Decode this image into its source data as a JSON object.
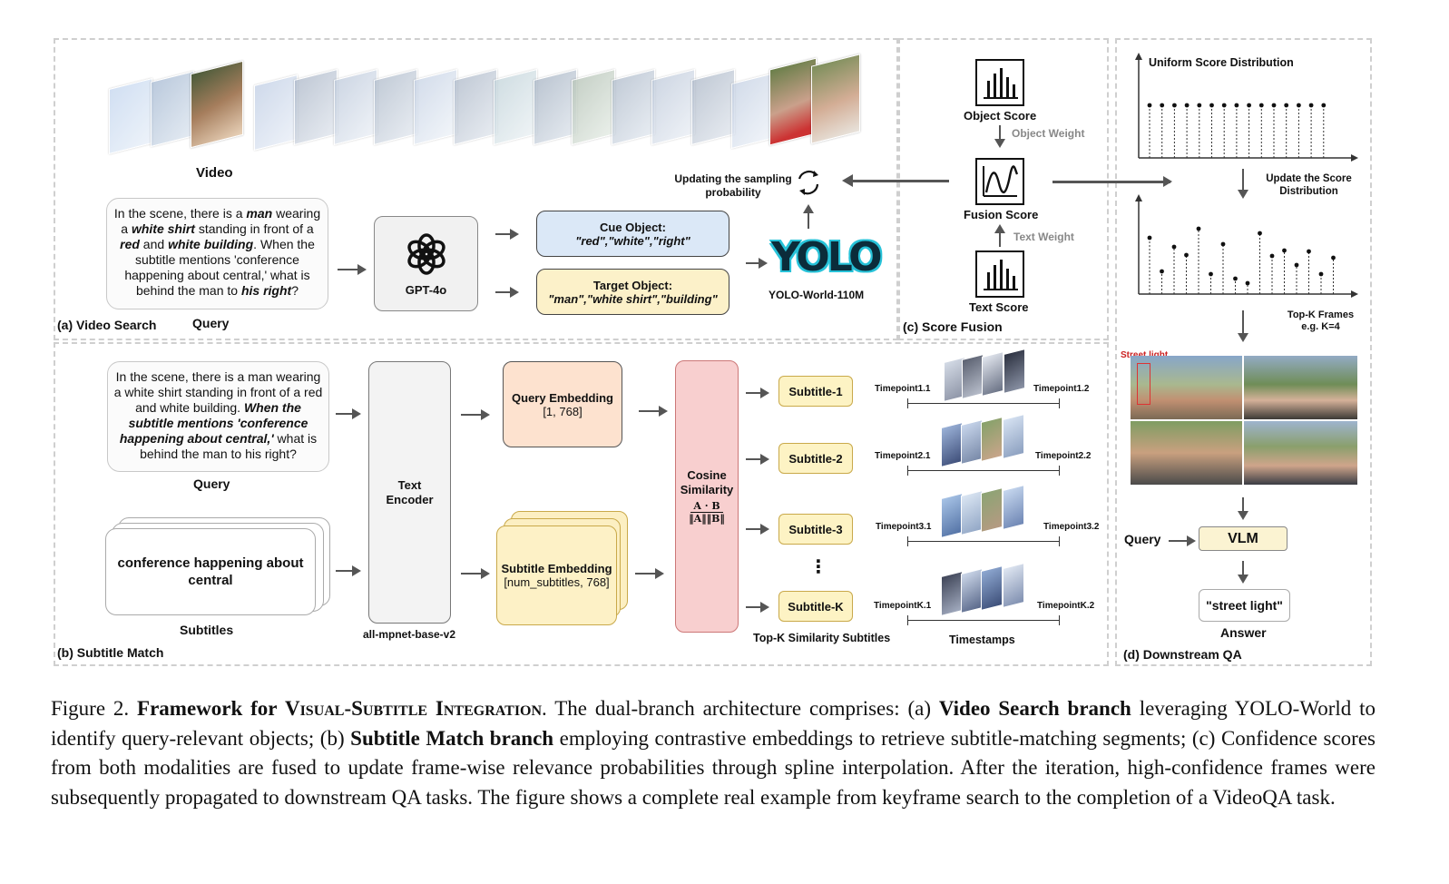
{
  "panels": {
    "a": "(a) Video Search",
    "b": "(b) Subtitle Match",
    "c": "(c) Score Fusion",
    "d": "(d) Downstream QA"
  },
  "video_search": {
    "video_label": "Video",
    "query_label": "Query",
    "query_text_parts": [
      "In the scene, there is a ",
      "man",
      " wearing a ",
      "white shirt",
      " standing in front of a ",
      "red",
      " and ",
      "white building",
      ". When the subtitle mentions 'conference happening about central,' what is behind the man to ",
      "his right",
      "?"
    ],
    "gpt_label": "GPT-4o",
    "cue_title": "Cue Object:",
    "cue_values": "\"red\",\"white\",\"right\"",
    "target_title": "Target Object:",
    "target_values": "\"man\",\"white shirt\",\"building\"",
    "yolo_logo": "YOLO",
    "yolo_label": "YOLO-World-110M",
    "updating_label": "Updating the sampling probability"
  },
  "score_fusion": {
    "object_score": "Object Score",
    "object_weight": "Object Weight",
    "fusion_score": "Fusion Score",
    "text_weight": "Text Weight",
    "text_score": "Text Score"
  },
  "subtitle_match": {
    "query_label": "Query",
    "query_text_parts": [
      "In the scene, there is a man wearing a white shirt standing in front of a red and white building. ",
      "When the subtitle mentions 'conference happening about central,'",
      " what is behind the man to his right?"
    ],
    "subtitle_card": "conference happening about central",
    "subtitles_label": "Subtitles",
    "encoder_label": "Text Encoder",
    "encoder_model": "all-mpnet-base-v2",
    "query_embedding": "Query Embedding",
    "query_embedding_shape": "[1, 768]",
    "subtitle_embedding": "Subtitle Embedding",
    "subtitle_embedding_shape": "[num_subtitles, 768]",
    "cosine_label": "Cosine Similarity",
    "cosine_num": "A · B",
    "cosine_den": "‖A‖‖B‖",
    "subtitles": [
      "Subtitle-1",
      "Subtitle-2",
      "Subtitle-3",
      "Subtitle-K"
    ],
    "ellipsis": "⋮",
    "timepoints": [
      [
        "Timepoint1.1",
        "Timepoint1.2"
      ],
      [
        "Timepoint2.1",
        "Timepoint2.2"
      ],
      [
        "Timepoint3.1",
        "Timepoint3.2"
      ],
      [
        "TimepointK.1",
        "TimepointK.2"
      ]
    ],
    "topk_label": "Top-K Similarity Subtitles",
    "timestamps_label": "Timestamps"
  },
  "downstream": {
    "uniform_title": "Uniform Score Distribution",
    "uniform_values": [
      1,
      1,
      1,
      1,
      1,
      1,
      1,
      1,
      1,
      1,
      1,
      1,
      1,
      1,
      1
    ],
    "update_label": "Update the Score Distribution",
    "updated_values": [
      0.62,
      0.25,
      0.52,
      0.43,
      0.72,
      0.22,
      0.55,
      0.17,
      0.12,
      0.67,
      0.42,
      0.48,
      0.32,
      0.47,
      0.22,
      0.4
    ],
    "topk_label": "Top-K Frames e.g. K=4",
    "street_light_tag": "Street light",
    "query_label": "Query",
    "vlm_label": "VLM",
    "answer_text": "\"street light\"",
    "answer_label": "Answer"
  },
  "caption": {
    "fig": "Figure 2. ",
    "title_parts": [
      "Framework for ",
      "Visual-Subtitle Integration"
    ],
    "p1": ". The dual-branch architecture comprises: (a) ",
    "b1": "Video Search branch",
    "p2": " leveraging YOLO-World to identify query-relevant objects; (b) ",
    "b2": "Subtitle Match branch",
    "p3": " employing contrastive embeddings to retrieve subtitle-matching segments; (c) Confidence scores from both modalities are fused to update frame-wise relevance probabilities through spline interpolation. After the iteration, high-confidence frames were subsequently propagated to downstream QA tasks. The figure shows a complete real example from keyframe search to the completion of a VideoQA task."
  }
}
